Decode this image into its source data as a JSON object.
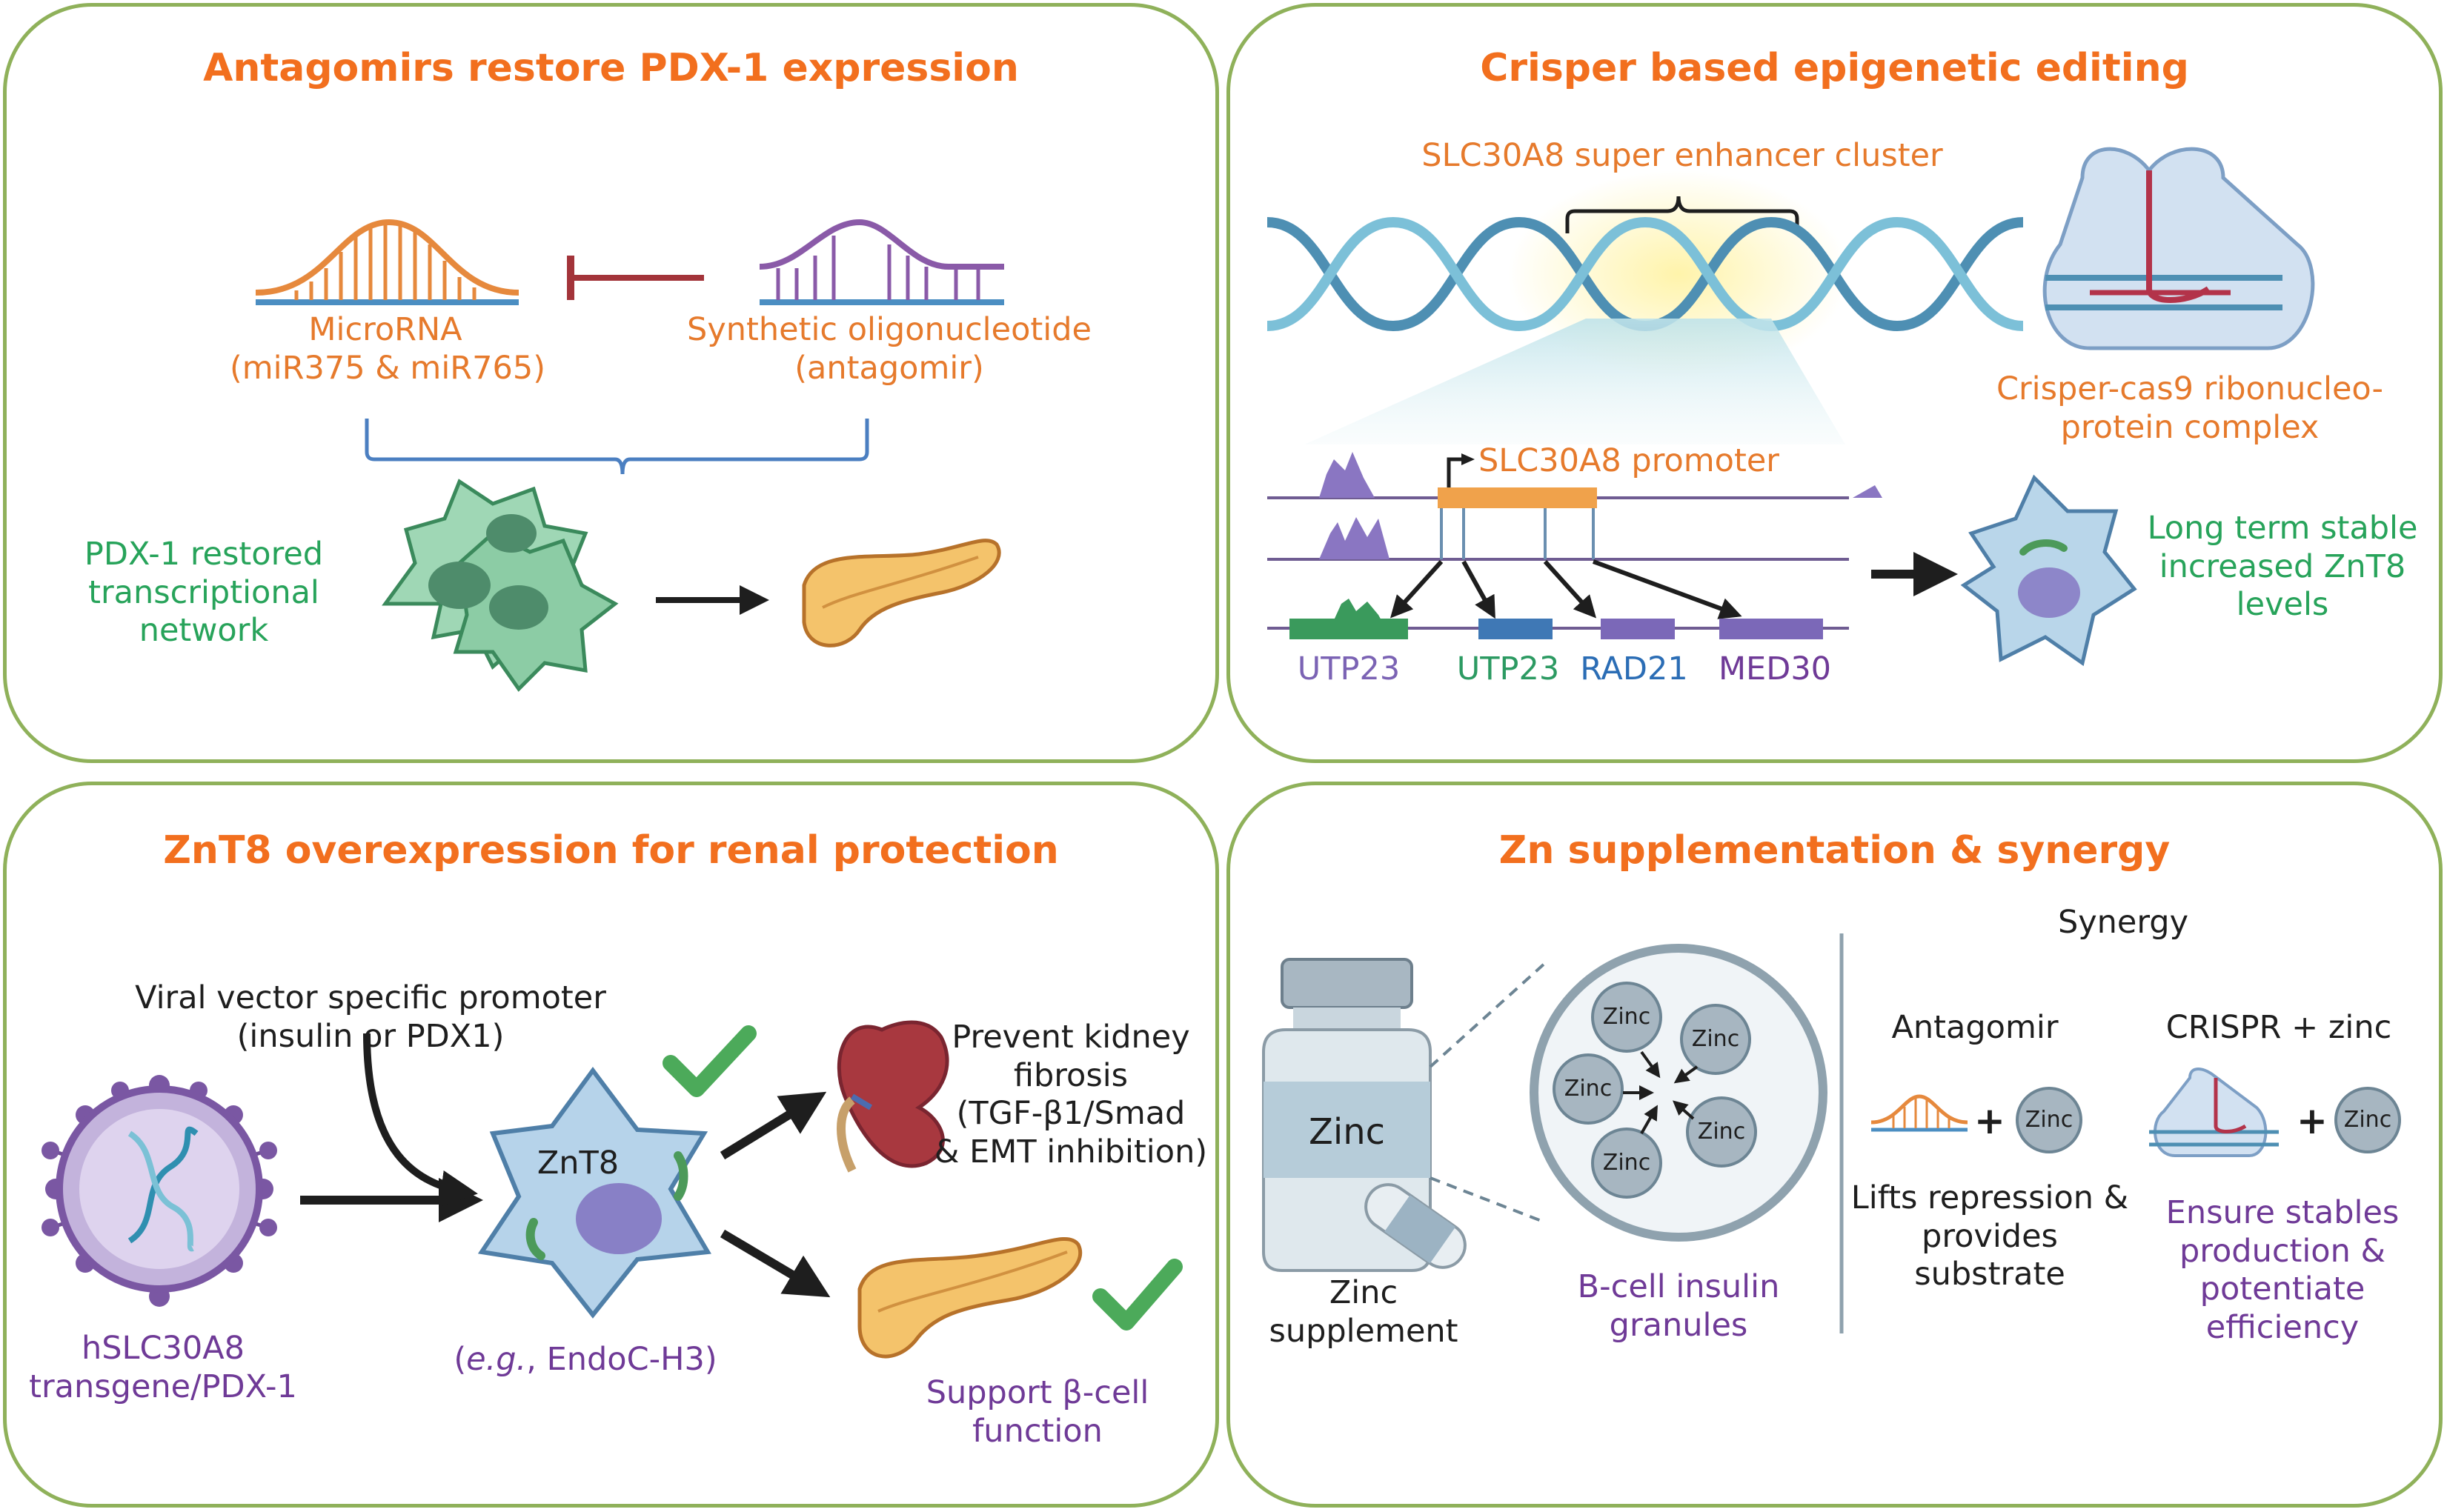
{
  "panels": {
    "antagomirs": {
      "title": "Antagomirs restore  PDX-1 expression",
      "microrna_label": "MicroRNA\n(miR375 & miR765)",
      "antagomir_label": "Synthetic oligonucleotide\n(antagomir)",
      "restored_label": "PDX-1 restored\ntranscriptional\nnetwork"
    },
    "crispr": {
      "title": "Crisper based epigenetic editing",
      "enhancer_label": "SLC30A8 super enhancer cluster",
      "cas9_label": "Crisper-cas9 ribonucleo-\nprotein complex",
      "promoter_label": "SLC30A8 promoter",
      "genes": [
        {
          "label": "UTP23",
          "color": "#7b63b4"
        },
        {
          "label": "UTP23",
          "color": "#2c9a62"
        },
        {
          "label": "RAD21",
          "color": "#2b6db5"
        },
        {
          "label": "MED30",
          "color": "#6f3a97"
        }
      ],
      "outcome_label": "Long term stable\nincreased ZnT8\nlevels"
    },
    "znt8": {
      "title": "ZnT8 overexpression for renal protection",
      "vector_label": "Viral vector specific promoter\n(insulin or PDX1)",
      "transgene_label": "hSLC30A8\ntransgene/PDX-1",
      "cell_label": "ZnT8",
      "cell_example_italic": "e.g.",
      "cell_example_rest": ", EndoC-H3)",
      "kidney_label": "Prevent kidney\nfibrosis\n(TGF-β1/Smad\n& EMT inhibition)",
      "beta_label": "Support β-cell\nfunction"
    },
    "zinc": {
      "title": "Zn supplementation & synergy",
      "bottle_label": "Zinc",
      "supplement_label": "Zinc\nsupplement",
      "granule_items": [
        "Zinc",
        "Zinc",
        "Zinc",
        "Zinc",
        "Zinc"
      ],
      "granules_label": "B-cell insulin\ngranules",
      "synergy_label": "Synergy",
      "antagomir_head": "Antagomir",
      "crispr_head": "CRISPR + zinc",
      "zinc_circle": "Zinc",
      "antagomir_effect": "Lifts repression &\nprovides\nsubstrate",
      "crispr_effect": "Ensure stables\nproduction &\npotentiate\nefficiency"
    }
  },
  "colors": {
    "panel_border": "#8fb15a",
    "title": "#f26f1e",
    "orange_text": "#e67a2c",
    "green_text": "#27a35a",
    "purple_text": "#6f3a97"
  }
}
